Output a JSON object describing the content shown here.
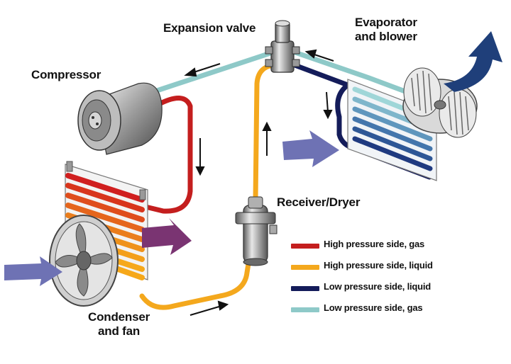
{
  "labels": {
    "expansion_valve": "Expansion valve",
    "evaporator_line1": "Evaporator",
    "evaporator_line2": "and blower",
    "compressor": "Compressor",
    "receiver_dryer": "Receiver/Dryer",
    "condenser_line1": "Condenser",
    "condenser_line2": "and fan"
  },
  "legend": [
    {
      "label": "High pressure side, gas",
      "color": "#c41e1e"
    },
    {
      "label": "High pressure side, liquid",
      "color": "#f4a81d"
    },
    {
      "label": "Low pressure side, liquid",
      "color": "#141c5a"
    },
    {
      "label": "Low pressure side, gas",
      "color": "#8ec9c8"
    }
  ],
  "colors": {
    "airflow_in": "#6e72b4",
    "airflow_out_hot": "#7a3472",
    "airflow_out_cold": "#1f3f7a",
    "metal": "#a8a8a8"
  }
}
